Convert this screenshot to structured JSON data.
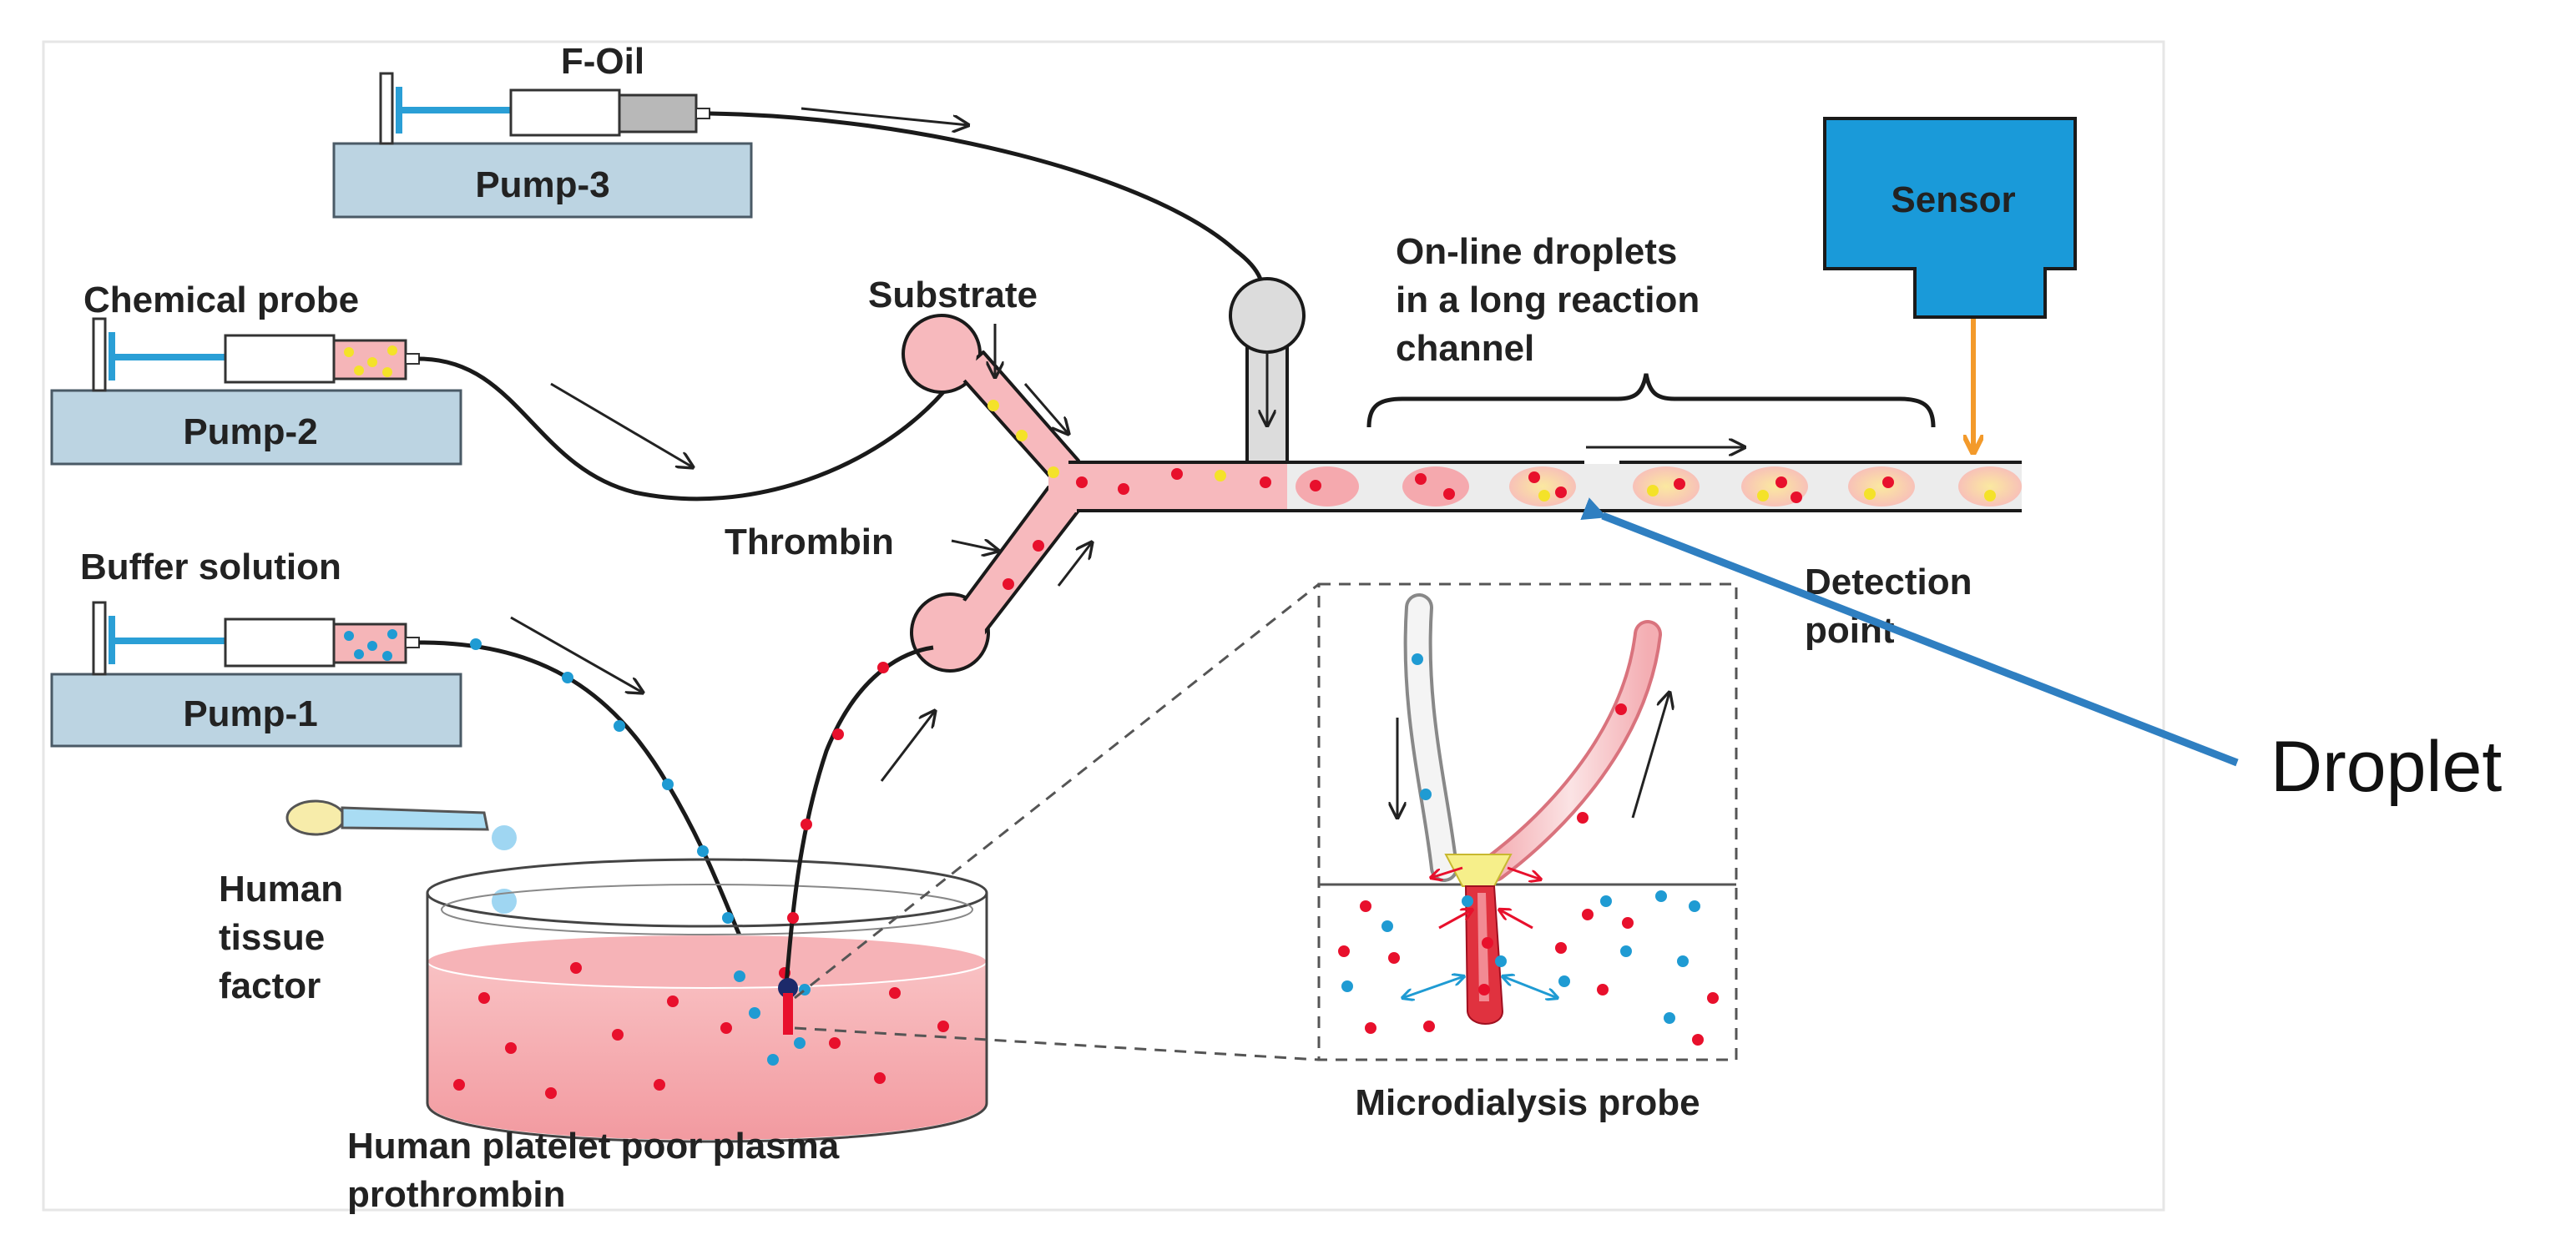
{
  "colors": {
    "pump_body": "#bcd4e2",
    "plunger": "#2a9fd6",
    "fluid_pink": "#f5b5b8",
    "channel_pink": "#f7b9bd",
    "red_dot": "#e8102c",
    "blue_dot": "#1f9bd3",
    "yellow_dot": "#f4e229",
    "sensor_blue": "#1a9ad9",
    "sensor_arrow": "#f39a2b",
    "pointer_arrow": "#2f7fc1",
    "tube": "#1a1a1a",
    "probe_red": "#e0323f"
  },
  "labels": {
    "f_oil": "F-Oil",
    "pump3": "Pump-3",
    "chemical_probe": "Chemical probe",
    "pump2": "Pump-2",
    "buffer_solution": "Buffer solution",
    "pump1": "Pump-1",
    "substrate": "Substrate",
    "thrombin": "Thrombin",
    "online_droplets": [
      "On-line droplets",
      "in a long reaction",
      "channel"
    ],
    "sensor": "Sensor",
    "detection_point": [
      "Detection",
      "point"
    ],
    "droplet": "Droplet",
    "human_tissue_factor": [
      "Human",
      "tissue",
      "factor"
    ],
    "plasma": [
      "Human platelet poor plasma",
      "prothrombin"
    ],
    "microdialysis_probe": "Microdialysis probe"
  }
}
